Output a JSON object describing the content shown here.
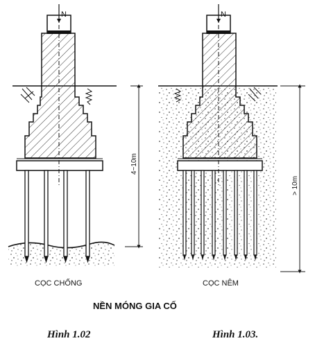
{
  "figure_left": {
    "load_label": "N",
    "dimension_label": "4~10m",
    "caption": "CỌC CHỐNG",
    "figure_number": "Hình 1.02"
  },
  "figure_right": {
    "load_label": "N",
    "dimension_label": "> 10m",
    "caption": "CỌC NÊM",
    "figure_number": "Hình 1.03."
  },
  "main_title": "NỀN MÓNG GIA CỐ"
}
